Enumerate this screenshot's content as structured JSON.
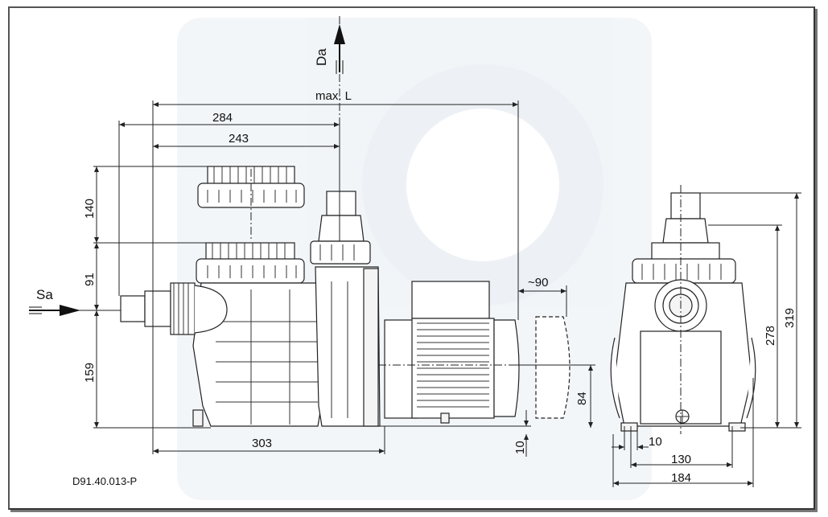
{
  "drawing_code": "D91.40.013-P",
  "flow_labels": {
    "outlet": "Da",
    "inlet": "Sa"
  },
  "dimensions": {
    "max_length": "max. L",
    "d284": "284",
    "d243": "243",
    "d140": "140",
    "d91": "91",
    "d159": "159",
    "d303": "303",
    "d90": "~90",
    "d84": "84",
    "d10_side": "10",
    "d10_front": "10",
    "d130": "130",
    "d184": "184",
    "d278": "278",
    "d319": "319"
  },
  "colors": {
    "line": "#222222",
    "frame": "#555555",
    "watermark": "#e9eef4"
  }
}
